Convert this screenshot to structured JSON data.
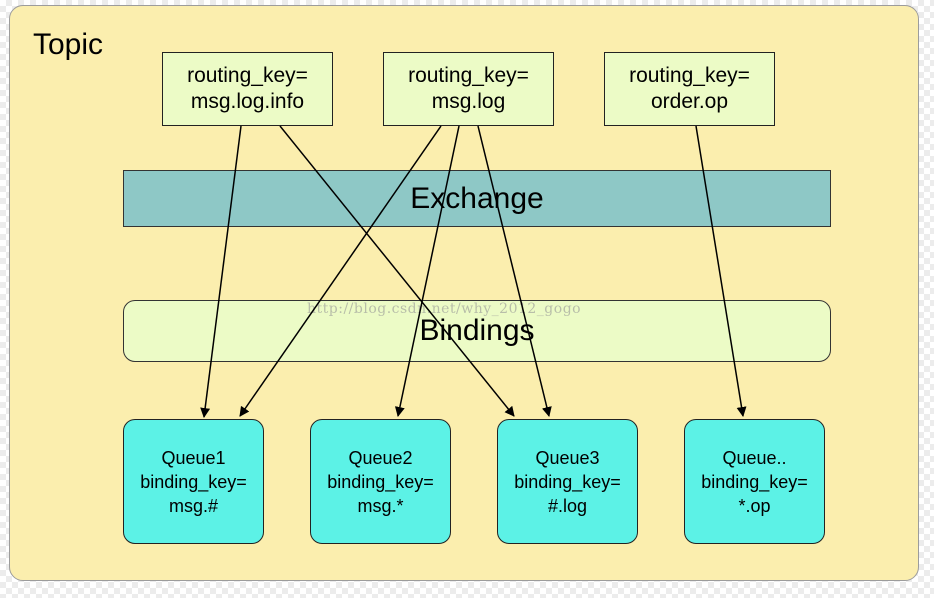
{
  "title": "Topic",
  "exchange_label": "Exchange",
  "bindings_label": "Bindings",
  "watermark": "http://blog.csdn.net/why_2012_gogo",
  "routing_keys": [
    {
      "line1": "routing_key=",
      "line2": "msg.log.info"
    },
    {
      "line1": "routing_key=",
      "line2": "msg.log"
    },
    {
      "line1": "routing_key=",
      "line2": "order.op"
    }
  ],
  "queues": [
    {
      "name": "Queue1",
      "binding_label": "binding_key=",
      "binding_key": "msg.#"
    },
    {
      "name": "Queue2",
      "binding_label": "binding_key=",
      "binding_key": "msg.*"
    },
    {
      "name": "Queue3",
      "binding_label": "binding_key=",
      "binding_key": "#.log"
    },
    {
      "name": "Queue..",
      "binding_label": "binding_key=",
      "binding_key": "*.op"
    }
  ],
  "colors": {
    "panel": "#fbeeae",
    "routing_box": "#ecfbc6",
    "exchange": "#8ec8c6",
    "bindings": "#ecfbc6",
    "queue": "#5cf2e6"
  }
}
